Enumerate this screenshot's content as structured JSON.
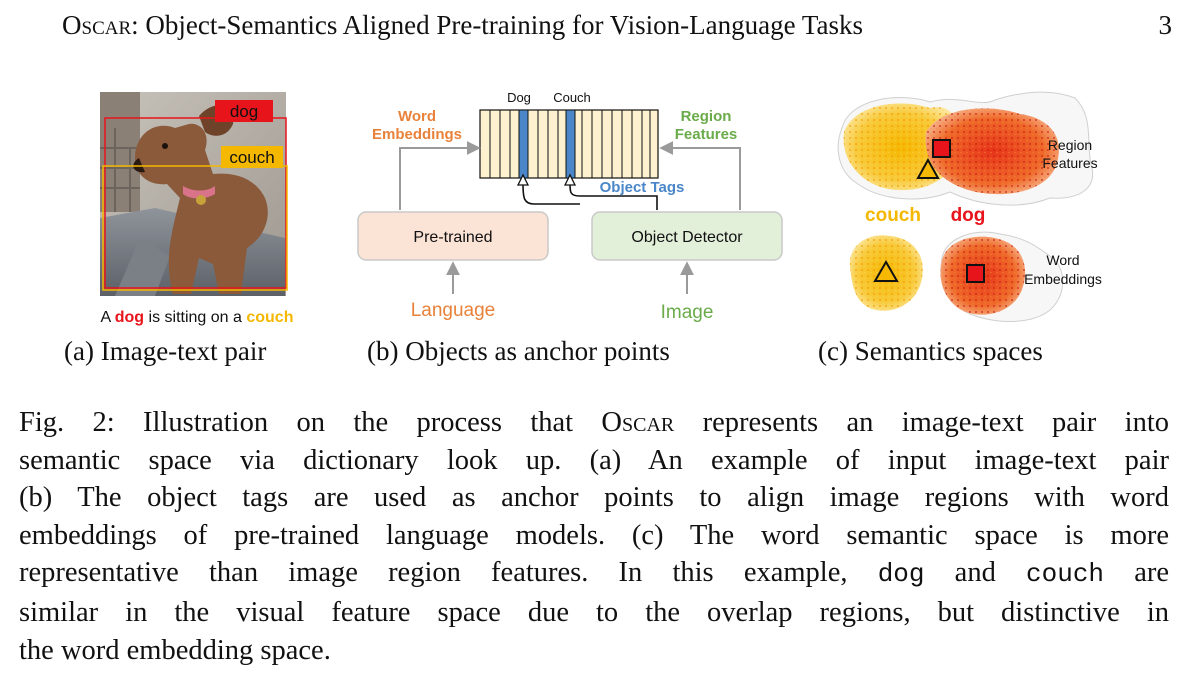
{
  "header": {
    "title_brand": "Oscar",
    "title_rest": ": Object-Semantics Aligned Pre-training for Vision-Language Tasks",
    "page_number": "3"
  },
  "figure": {
    "panel_a": {
      "label_dog": "dog",
      "label_couch": "couch",
      "sentence_prefix": "A ",
      "sentence_dog": "dog",
      "sentence_middle": " is sitting on a ",
      "sentence_couch": "couch",
      "subcaption": "(a) Image-text pair"
    },
    "panel_b": {
      "token_dog": "Dog",
      "token_couch": "Couch",
      "word_embeddings_line1": "Word",
      "word_embeddings_line2": "Embeddings",
      "region_features_line1": "Region",
      "region_features_line2": "Features",
      "object_tags": "Object Tags",
      "pretrained_box": "Pre-trained",
      "object_detector_box": "Object Detector",
      "language_input": "Language",
      "image_input": "Image",
      "subcaption": "(b) Objects as anchor points"
    },
    "panel_c": {
      "region_features_line1": "Region",
      "region_features_line2": "Features",
      "label_couch": "couch",
      "label_dog": "dog",
      "word_embeddings_line1": "Word",
      "word_embeddings_line2": "Embeddings",
      "subcaption": "(c) Semantics spaces"
    }
  },
  "caption": {
    "label": "Fig. 2:",
    "line1_a": " Illustration on the process that ",
    "line1_brand": "Oscar",
    "line1_b": " represents an image-text pair into",
    "line2": "semantic space via dictionary look up. (a) An example of input image-text pair",
    "line3": "(b) The object tags are used as anchor points to align image regions with word",
    "line4": "embeddings of pre-trained language models. (c) The word semantic space is more",
    "line5_a": "representative than image region features. In this example, ",
    "line5_code1": "dog",
    "line5_b": " and ",
    "line5_code2": "couch",
    "line5_c": " are",
    "line6": "similar in the visual feature space due to the overlap regions, but distinctive in",
    "line7": "the word embedding space."
  },
  "colors": {
    "dog_red": "#e8141b",
    "couch_yellow": "#f5b800",
    "word_orange": "#e8823a",
    "region_green": "#6aab4a",
    "tag_blue": "#4a86c8",
    "token_fill": "#fdf1cf",
    "pretrained_fill": "#fbe3d6",
    "detector_fill": "#e2efd9"
  },
  "icons": [
    "dog-photo",
    "triangle-marker",
    "square-marker",
    "up-arrow"
  ]
}
